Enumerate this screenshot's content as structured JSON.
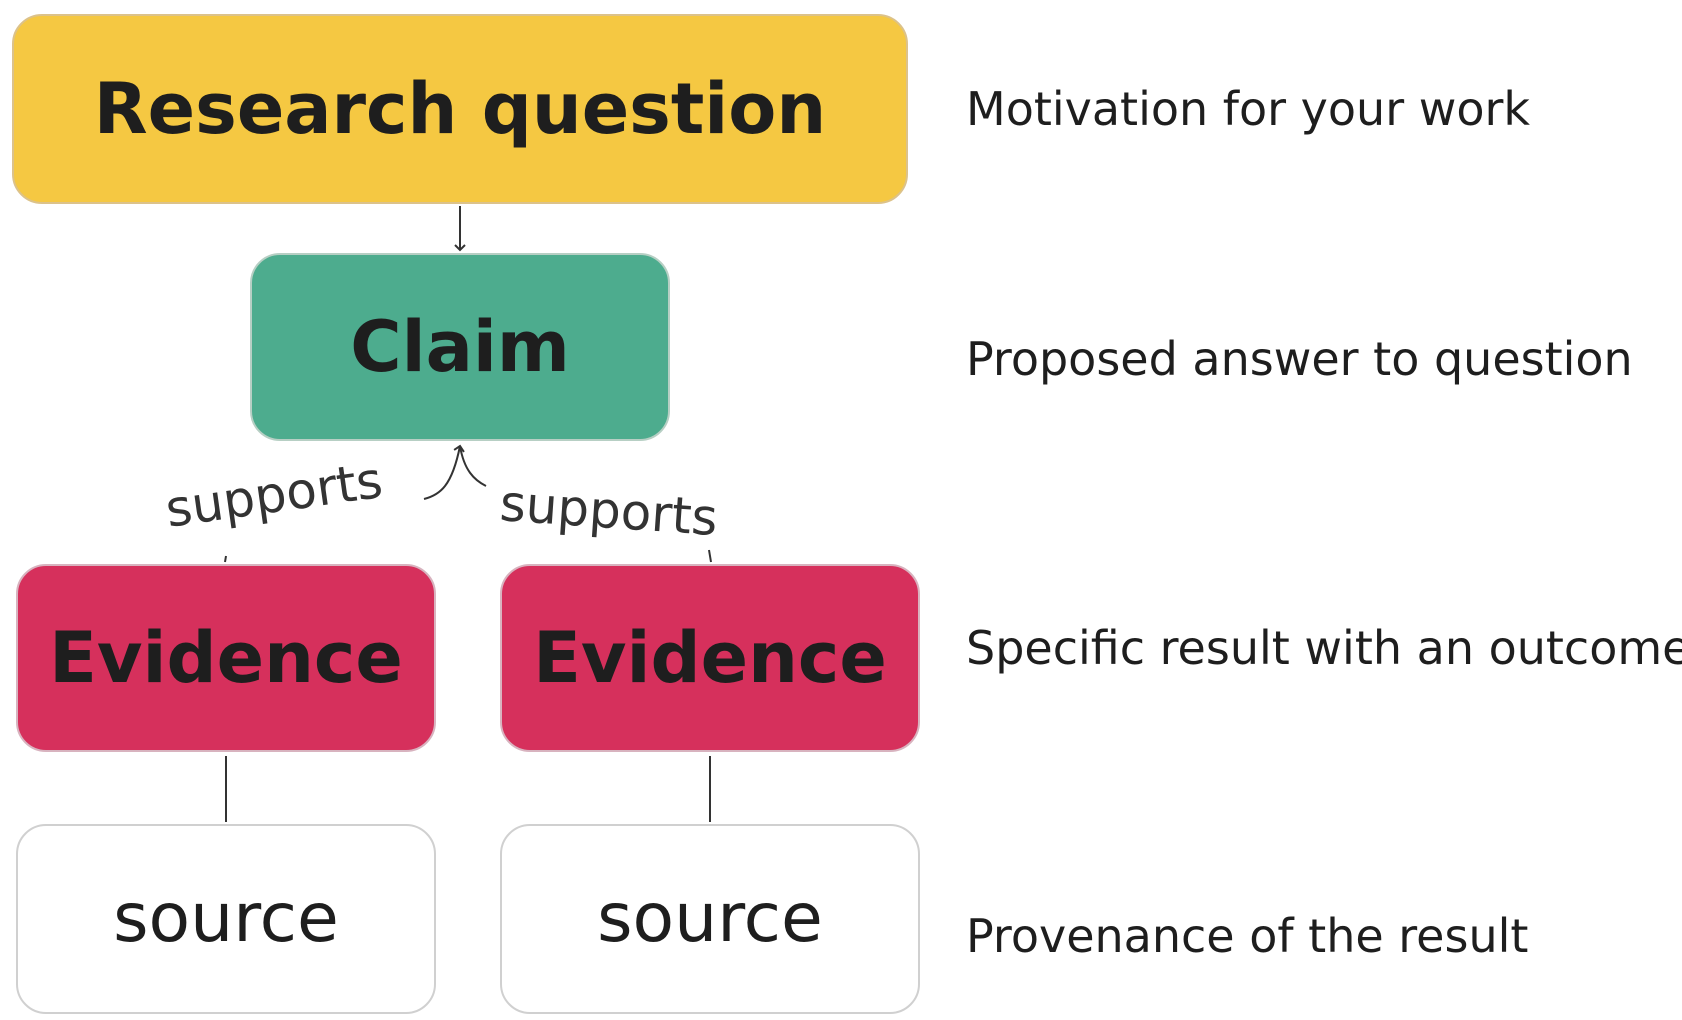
{
  "nodes": {
    "question": "Research question",
    "claim": "Claim",
    "evidence_left": "Evidence",
    "evidence_right": "Evidence",
    "source_left": "source",
    "source_right": "source"
  },
  "edge_labels": {
    "left": "supports",
    "right": "supports"
  },
  "descriptions": {
    "question": "Motivation for your work",
    "claim": "Proposed answer to question",
    "evidence": "Specific result with an outcome",
    "source": "Provenance of the result"
  },
  "colors": {
    "question": "#f5c842",
    "claim": "#4dac8e",
    "evidence": "#d6305c",
    "source": "#ffffff"
  }
}
